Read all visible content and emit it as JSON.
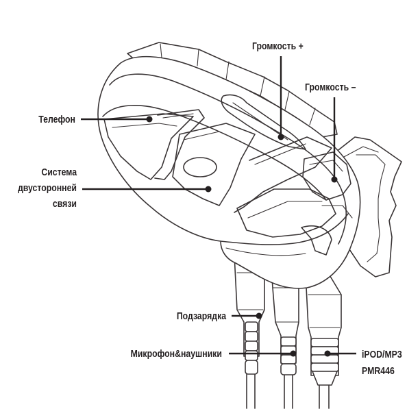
{
  "labels": {
    "volume_up": "Громкость +",
    "volume_down": "Громкость –",
    "phone": "Телефон",
    "intercom_line1": "Система",
    "intercom_line2": "двусторонней",
    "intercom_line3": "связи",
    "charging": "Подзарядка",
    "mic_headphones": "Микрофон&наушники",
    "ipod_line1": "iPOD/MP3",
    "ipod_line2": "PMR446"
  },
  "colors": {
    "ink": "#231f20",
    "background": "#ffffff"
  }
}
